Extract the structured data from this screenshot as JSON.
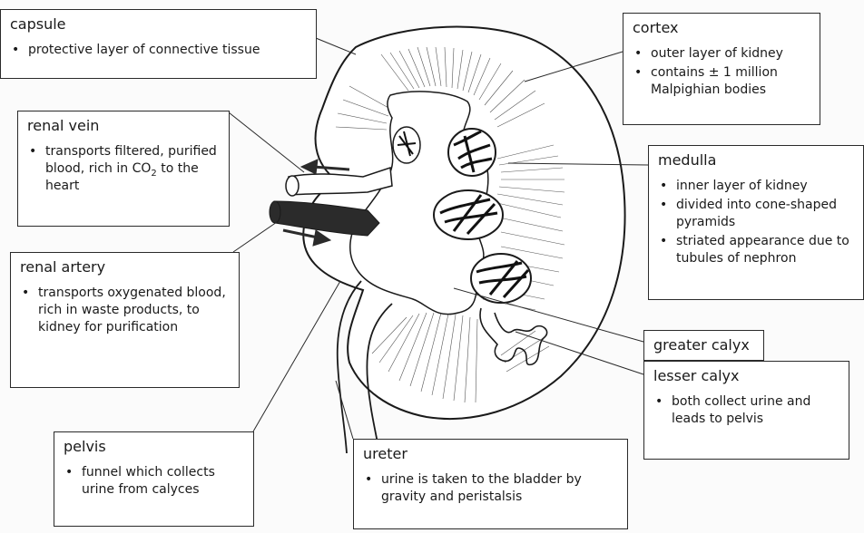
{
  "labels": {
    "capsule": {
      "title": "capsule",
      "bullets": [
        "protective layer of connective tissue"
      ]
    },
    "cortex": {
      "title": "cortex",
      "bullets": [
        "outer layer of kidney",
        "contains ± 1 million Malpighian bodies"
      ]
    },
    "renal_vein": {
      "title": "renal vein",
      "bullets": [
        "transports filtered, purified blood, rich in"
      ],
      "co2_main": "CO",
      "co2_sub": "2",
      "co2_rest": " to the heart"
    },
    "medulla": {
      "title": "medulla",
      "bullets": [
        "inner layer of kidney",
        "divided into cone-shaped pyramids",
        "striated appearance due to tubules of nephron"
      ]
    },
    "renal_artery": {
      "title": "renal artery",
      "bullets": [
        "transports oxygenated blood, rich in waste products, to kidney for purification"
      ]
    },
    "greater_calyx": {
      "title": "greater calyx"
    },
    "lesser_calyx": {
      "title": "lesser calyx",
      "bullets": [
        "both collect urine and leads to pelvis"
      ]
    },
    "pelvis": {
      "title": "pelvis",
      "bullets": [
        "funnel which collects urine from calyces"
      ]
    },
    "ureter": {
      "title": "ureter",
      "bullets": [
        "urine is taken to the bladder by gravity and peristalsis"
      ]
    }
  },
  "colors": {
    "ink": "#1a1a1a",
    "paper": "#ffffff",
    "vessel": "#2b2b2b"
  }
}
